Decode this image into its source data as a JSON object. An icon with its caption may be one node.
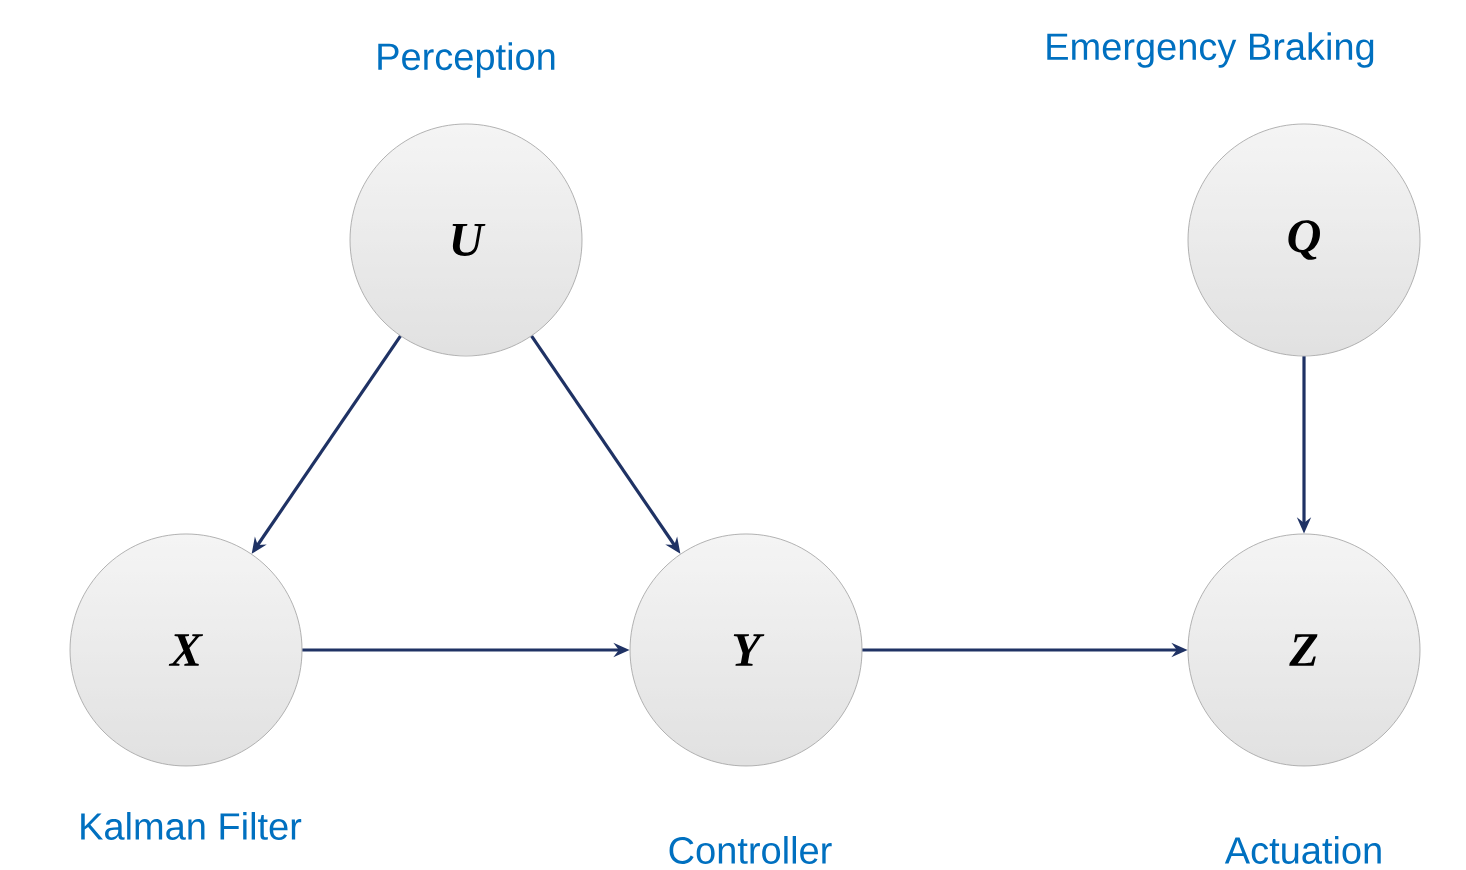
{
  "diagram": {
    "nodes": [
      {
        "text": [
          "U"
        ],
        "beside": [
          "Perception"
        ]
      },
      {
        "text": [
          "Q"
        ],
        "beside": [
          "Emergency Braking"
        ]
      },
      {
        "text": [
          "X"
        ],
        "beside": [
          "Kalman Filter"
        ]
      },
      {
        "text": [
          "Y"
        ],
        "beside": [
          "Controller"
        ]
      },
      {
        "text": [
          "Z"
        ],
        "beside": [
          "Actuation"
        ]
      }
    ],
    "edges": [
      {
        "from": 0,
        "to": 2,
        "arrow": "to"
      },
      {
        "from": 0,
        "to": 3,
        "arrow": "to"
      },
      {
        "from": 1,
        "to": 4,
        "arrow": "to"
      },
      {
        "from": 2,
        "to": 3,
        "arrow": "to"
      },
      {
        "from": 3,
        "to": 4,
        "arrow": "to"
      }
    ]
  }
}
